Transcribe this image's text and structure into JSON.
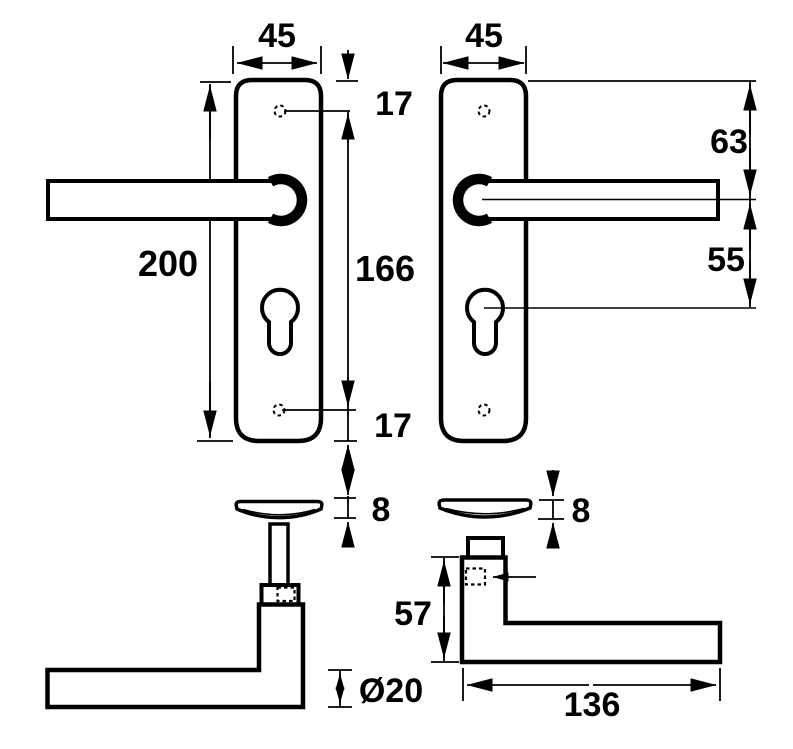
{
  "page": {
    "background": "#ffffff",
    "ink": "#000000"
  },
  "drawing": {
    "type": "technical-dimension-drawing"
  },
  "dimensions": {
    "plate_width_left": "45",
    "plate_width_right": "45",
    "screw_top_offset": "17",
    "plate_length": "200",
    "screw_spacing": "166",
    "handle_top_offset": "63",
    "handle_to_cylinder": "55",
    "screw_bottom_offset": "17",
    "plate_thickness_left": "8",
    "plate_thickness_right": "8",
    "neck_height": "57",
    "grip_diameter": "Ø20",
    "handle_length": "136"
  }
}
